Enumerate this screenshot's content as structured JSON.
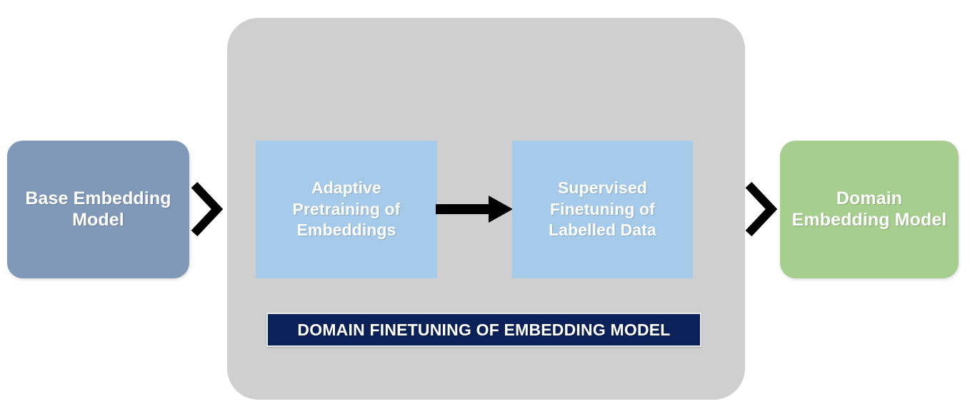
{
  "diagram": {
    "title": "Domain Finetuning of Embedding Model pipeline",
    "colors": {
      "background": "#ffffff",
      "base_model_fill": "#8199b8",
      "container_fill": "#cfcfcf",
      "stage_fill": "#a6cbea",
      "banner_fill": "#0a2159",
      "domain_model_fill": "#a6ce8e",
      "arrow_stroke": "#000000",
      "label_text": "#ffffff"
    }
  },
  "input_node": {
    "label": "Base Embedding\nModel",
    "icon": "rounded-rect-node"
  },
  "connector_left": {
    "icon": "chevron-right-icon",
    "label": ""
  },
  "container": {
    "banner": {
      "label": "DOMAIN FINETUNING OF EMBEDDING MODEL"
    },
    "stages": [
      {
        "label": "Adaptive\nPretraining of\nEmbeddings",
        "icon": "rect-node"
      },
      {
        "label": "Supervised\nFinetuning of\nLabelled Data",
        "icon": "rect-node"
      }
    ],
    "stage_connector": {
      "icon": "arrow-right-icon",
      "label": ""
    }
  },
  "connector_right": {
    "icon": "chevron-right-icon",
    "label": ""
  },
  "output_node": {
    "label": "Domain\nEmbedding Model",
    "icon": "rounded-rect-node"
  }
}
